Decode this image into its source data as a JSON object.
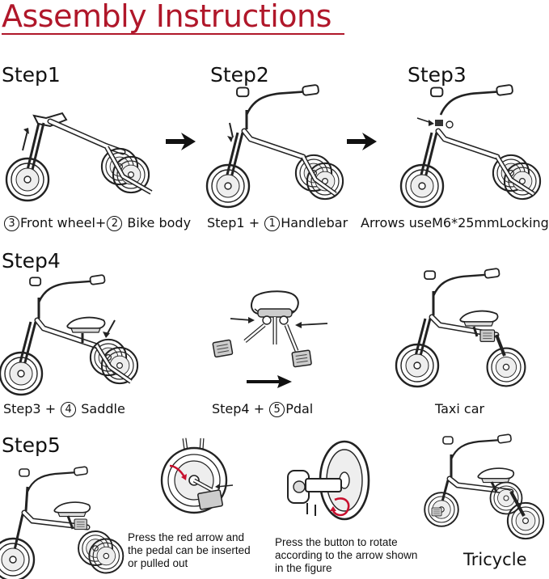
{
  "title": "Assembly Instructions",
  "step1": {
    "heading": "Step1",
    "cap_num_a": "3",
    "cap_text_a": "Front wheel+",
    "cap_num_b": "2",
    "cap_text_b": " Bike body"
  },
  "step2": {
    "heading": "Step2",
    "cap_pre": "Step1 + ",
    "cap_num": "1",
    "cap_text": "Handlebar"
  },
  "step3": {
    "heading": "Step3",
    "cap": "Arrows useM6*25mmLocking"
  },
  "step4": {
    "heading": "Step4",
    "cap_a_pre": "Step3 + ",
    "cap_a_num": "4",
    "cap_a_text": " Saddle",
    "cap_b_pre": "Step4 + ",
    "cap_b_num": "5",
    "cap_b_text": "Pdal",
    "cap_c": "Taxi car"
  },
  "step5": {
    "heading": "Step5",
    "note_a_1": "Press the red arrow and",
    "note_a_2": "the pedal can be inserted",
    "note_a_3": "or pulled out",
    "note_b_1": "Press the button to rotate",
    "note_b_2": "according to the arrow shown",
    "note_b_3": "in the figure",
    "cap_d": "Tricycle"
  },
  "colors": {
    "title": "#b0172a",
    "accent_red": "#c8102e",
    "line": "#222222"
  }
}
